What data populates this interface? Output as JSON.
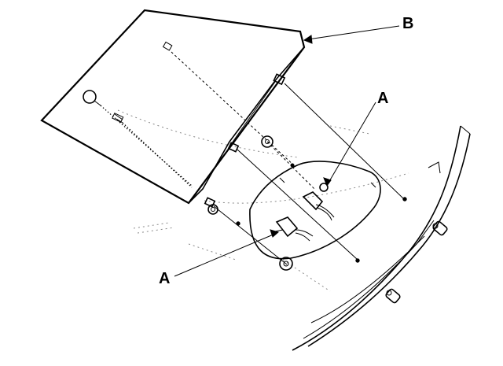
{
  "labels": {
    "a_upper": "A",
    "a_lower": "A",
    "b": "B"
  },
  "colors": {
    "line": "#000000",
    "background": "#ffffff"
  }
}
